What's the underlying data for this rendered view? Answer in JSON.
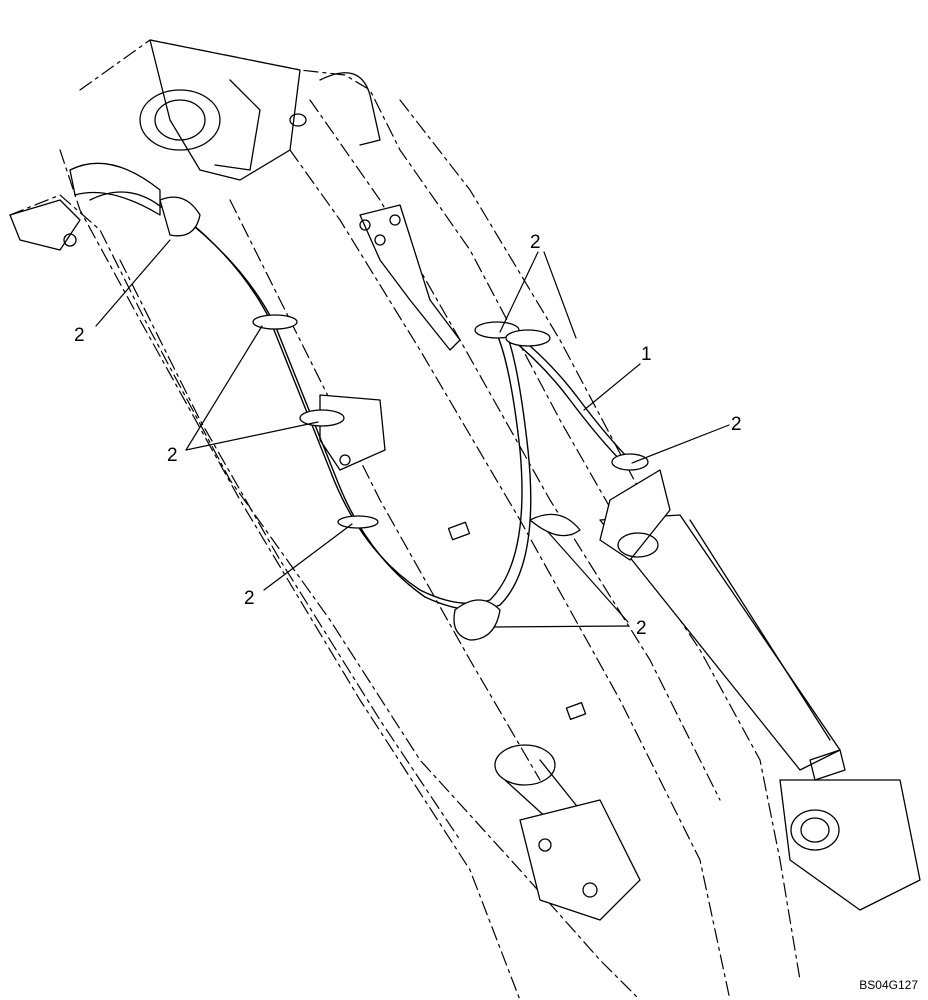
{
  "diagram": {
    "callouts": [
      {
        "id": "c1",
        "label": "2"
      },
      {
        "id": "c2",
        "label": "2"
      },
      {
        "id": "c3",
        "label": "2"
      },
      {
        "id": "c4",
        "label": "2"
      },
      {
        "id": "c5",
        "label": "2"
      },
      {
        "id": "c6",
        "label": "2"
      },
      {
        "id": "c7",
        "label": "1"
      }
    ],
    "drawing_code": "BS04G127",
    "line_color": "#000000",
    "background": "#ffffff"
  }
}
